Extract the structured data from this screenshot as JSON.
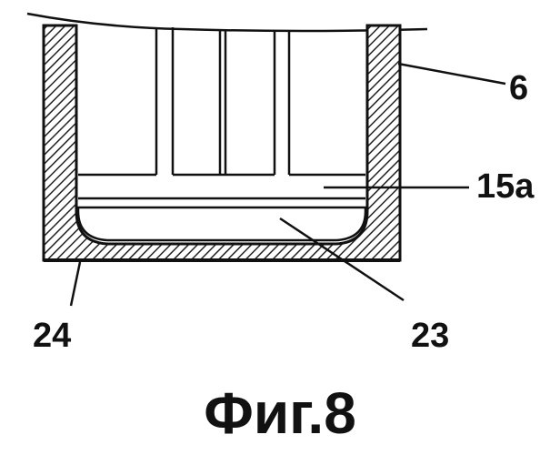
{
  "labels": {
    "wall": "6",
    "insert": "15a",
    "bottom_left": "24",
    "bottom_layer": "23"
  },
  "caption": "Фиг.8"
}
